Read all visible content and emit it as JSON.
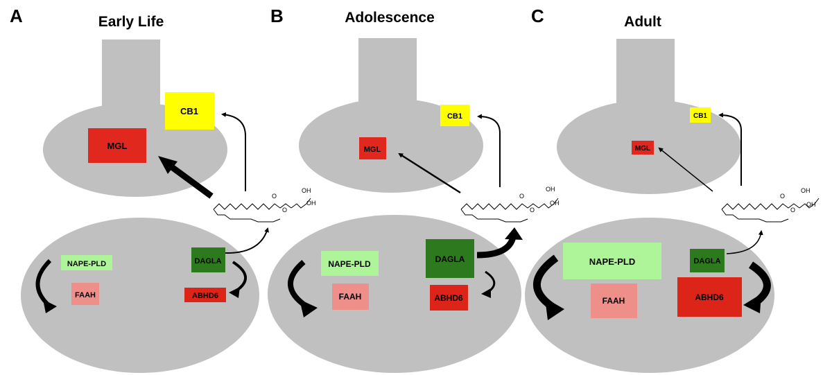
{
  "colors": {
    "cell": "#c0c0c0",
    "mgl": "#e0281e",
    "cb1": "#ffff00",
    "dagla": "#2d7a1e",
    "abhd6": "#dc2418",
    "nape": "#aef59a",
    "faah": "#ef8f8a",
    "arrow": "#000000"
  },
  "panels": [
    {
      "letter": "A",
      "title": "Early Life",
      "labels": {
        "mgl": "MGL",
        "cb1": "CB1",
        "nape": "NAPE-PLD",
        "faah": "FAAH",
        "dagla": "DAGLA",
        "abhd6": "ABHD6"
      },
      "chem": {
        "oh1": "OH",
        "oh2": "OH",
        "o1": "O",
        "o2": "O"
      }
    },
    {
      "letter": "B",
      "title": "Adolescence",
      "labels": {
        "mgl": "MGL",
        "cb1": "CB1",
        "nape": "NAPE-PLD",
        "faah": "FAAH",
        "dagla": "DAGLA",
        "abhd6": "ABHD6"
      },
      "chem": {
        "oh1": "OH",
        "oh2": "OH",
        "o1": "O",
        "o2": "O"
      }
    },
    {
      "letter": "C",
      "title": "Adult",
      "labels": {
        "mgl": "MGL",
        "cb1": "CB1",
        "nape": "NAPE-PLD",
        "faah": "FAAH",
        "dagla": "DAGLA",
        "abhd6": "ABHD6"
      },
      "chem": {
        "oh1": "OH",
        "oh2": "OH",
        "o1": "O",
        "o2": "O"
      }
    }
  ]
}
